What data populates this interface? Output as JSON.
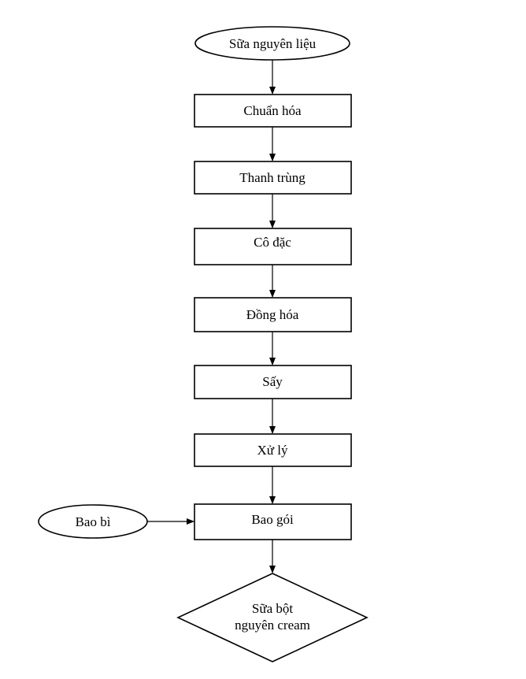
{
  "nodes": {
    "start": "Sữa nguyên liệu",
    "step_1": "Chuẩn hóa",
    "step_2": "Thanh trùng",
    "step_3": "Cô đặc",
    "step_4": "Đồng hóa",
    "step_5": "Sấy",
    "step_6": "Xử lý",
    "step_7": "Bao gói",
    "packaging_input": "Bao bì",
    "product_line_1": "Sữa bột",
    "product_line_2": "nguyên cream"
  },
  "edges": [
    [
      "Sữa nguyên liệu",
      "Chuẩn hóa"
    ],
    [
      "Chuẩn hóa",
      "Thanh trùng"
    ],
    [
      "Thanh trùng",
      "Cô đặc"
    ],
    [
      "Cô đặc",
      "Đồng hóa"
    ],
    [
      "Đồng hóa",
      "Sấy"
    ],
    [
      "Sấy",
      "Xử lý"
    ],
    [
      "Xử lý",
      "Bao gói"
    ],
    [
      "Bao bì",
      "Bao gói"
    ],
    [
      "Bao gói",
      "Sữa bột nguyên cream"
    ]
  ]
}
